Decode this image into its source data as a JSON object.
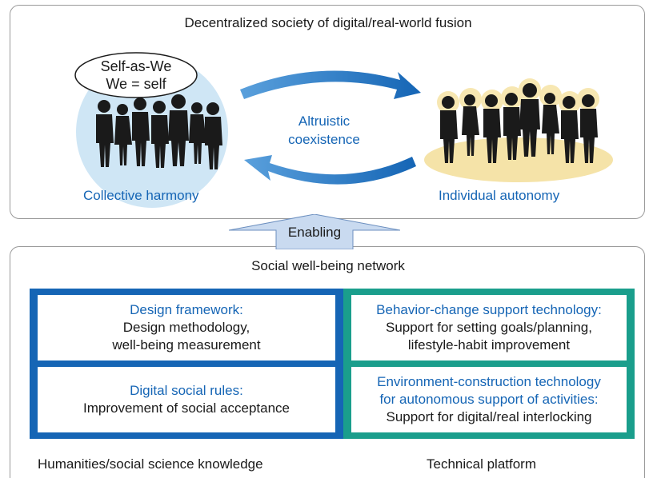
{
  "top": {
    "title": "Decentralized society of digital/real-world fusion",
    "bubble_line1": "Self-as-We",
    "bubble_line2": "We = self",
    "center_line1": "Altruistic",
    "center_line2": "coexistence",
    "left_label": "Collective harmony",
    "right_label": "Individual autonomy"
  },
  "arrow": {
    "label": "Enabling"
  },
  "bottom": {
    "title": "Social well-being network",
    "blue_box1": {
      "heading": "Design framework:",
      "line1": "Design methodology,",
      "line2": "well-being measurement"
    },
    "blue_box2": {
      "heading": "Digital social rules:",
      "line1": "Improvement of social acceptance"
    },
    "green_box1": {
      "heading": "Behavior-change support technology:",
      "line1": "Support for setting goals/planning,",
      "line2": "lifestyle-habit improvement"
    },
    "green_box2": {
      "heading1": "Environment-construction technology",
      "heading2": "for autonomous support of activities:",
      "line1": "Support for digital/real interlocking"
    },
    "left_footer": "Humanities/social science knowledge",
    "right_footer": "Technical platform"
  },
  "colors": {
    "blue": "#1565b5",
    "teal": "#1a9e8c",
    "light_blue_circle": "#cfe6f5",
    "gold_glow": "#f5e3a8",
    "arrow_fill": "#c9daf0"
  }
}
